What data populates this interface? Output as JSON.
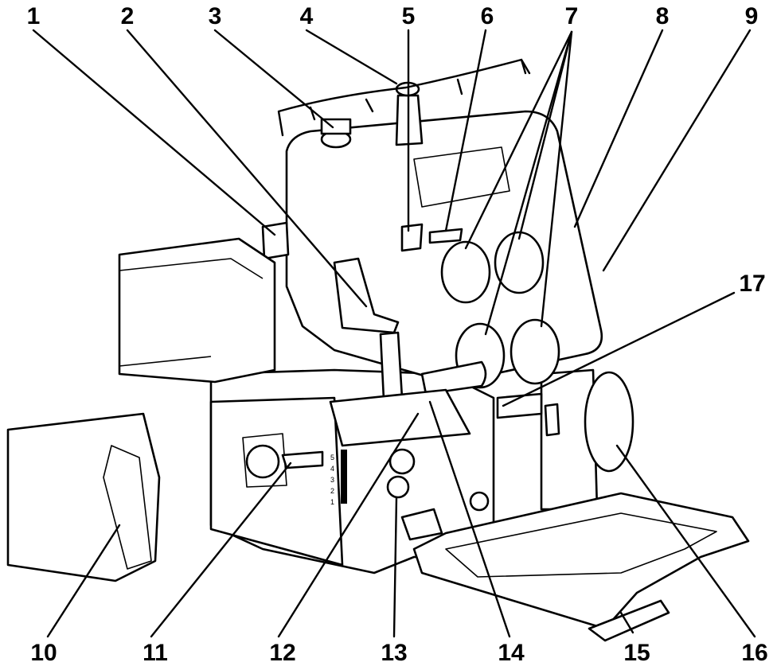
{
  "callouts": [
    {
      "id": "1",
      "text": "1"
    },
    {
      "id": "2",
      "text": "2"
    },
    {
      "id": "3",
      "text": "3"
    },
    {
      "id": "4",
      "text": "4"
    },
    {
      "id": "5",
      "text": "5"
    },
    {
      "id": "6",
      "text": "6"
    },
    {
      "id": "7",
      "text": "7"
    },
    {
      "id": "8",
      "text": "8"
    },
    {
      "id": "9",
      "text": "9"
    },
    {
      "id": "10",
      "text": "10"
    },
    {
      "id": "11",
      "text": "11"
    },
    {
      "id": "12",
      "text": "12"
    },
    {
      "id": "13",
      "text": "13"
    },
    {
      "id": "14",
      "text": "14"
    },
    {
      "id": "15",
      "text": "15"
    },
    {
      "id": "16",
      "text": "16"
    },
    {
      "id": "17",
      "text": "17"
    }
  ],
  "stitch_scale": [
    "5",
    "4",
    "3",
    "2",
    "1"
  ],
  "colors": {
    "ink": "#000000",
    "paper": "#ffffff"
  }
}
